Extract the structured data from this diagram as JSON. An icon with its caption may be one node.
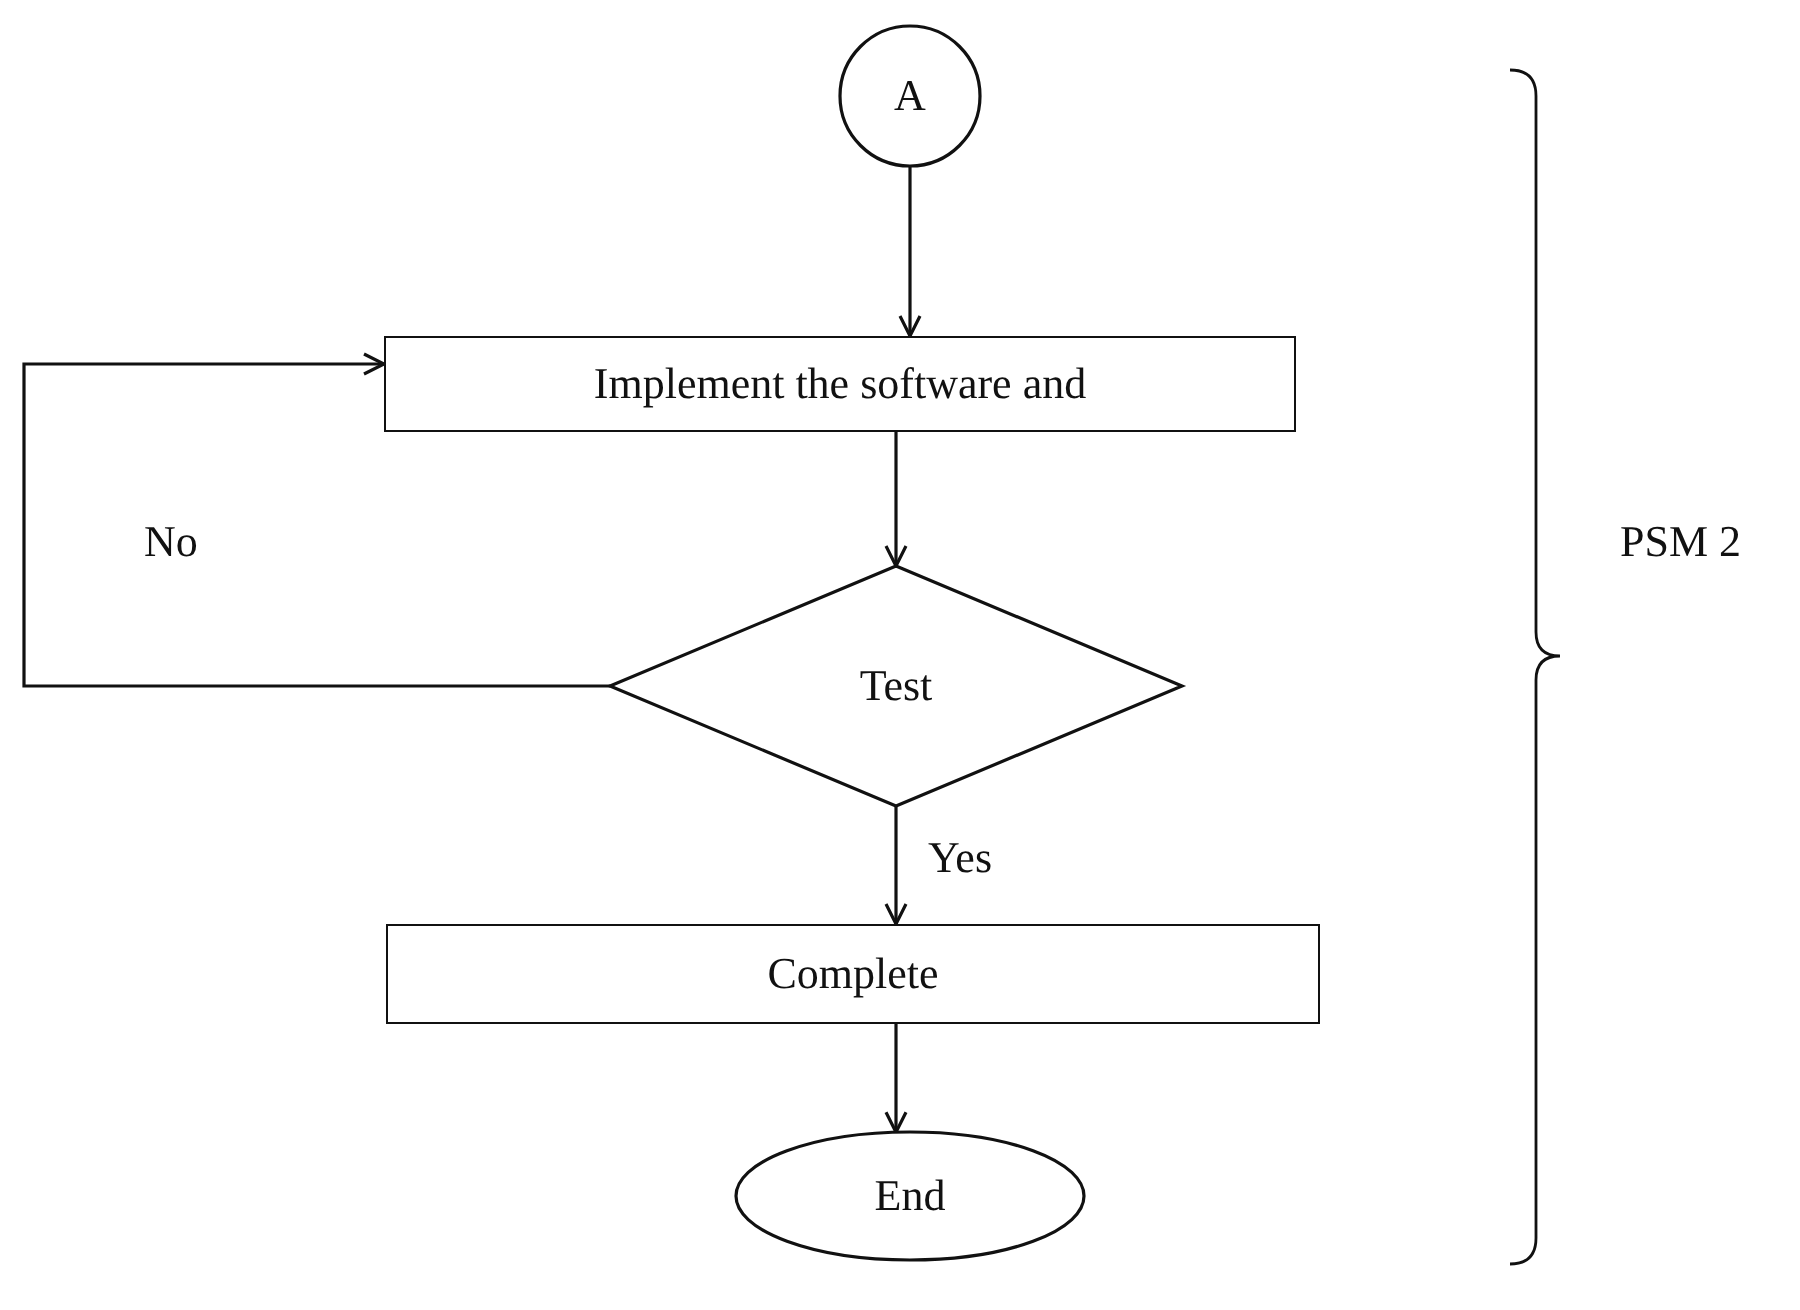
{
  "diagram": {
    "nodes": [
      {
        "text": [
          "A"
        ]
      },
      {
        "text": [
          "Implement the software and"
        ]
      },
      {
        "text": [
          "Test"
        ]
      },
      {
        "text": [
          "Complete"
        ]
      },
      {
        "text": [
          "End"
        ]
      }
    ],
    "edges": [
      {
        "from": 0,
        "to": 1,
        "arrow": "to"
      },
      {
        "from": 1,
        "to": 2,
        "arrow": "to"
      },
      {
        "from": 2,
        "to": 1,
        "arrow": "to",
        "label": "No"
      },
      {
        "from": 2,
        "to": 3,
        "arrow": "to",
        "label": "Yes"
      },
      {
        "from": 3,
        "to": 4,
        "arrow": "to"
      }
    ],
    "labels": [
      "PSM 2"
    ]
  }
}
